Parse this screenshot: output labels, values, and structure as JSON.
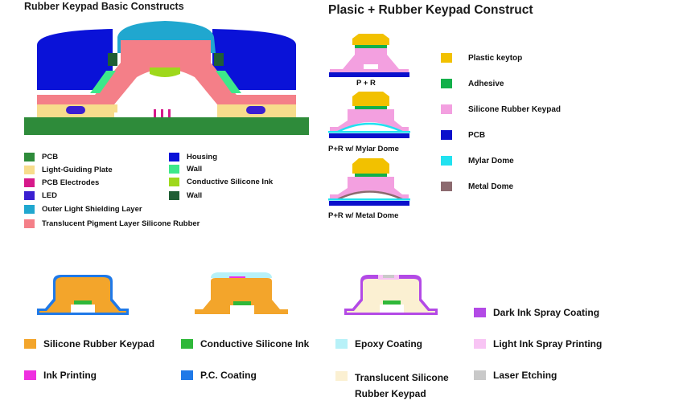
{
  "basic": {
    "title": "Rubber Keypad Basic Constructs",
    "legend_left": [
      {
        "label": "PCB",
        "color": "#2e8b3a"
      },
      {
        "label": "Light-Guiding Plate",
        "color": "#f7dc8c"
      },
      {
        "label": "PCB Electrodes",
        "color": "#d6198a"
      },
      {
        "label": "LED",
        "color": "#3a1fd1"
      },
      {
        "label": "Outer Light Shielding Layer",
        "color": "#20a7cf"
      },
      {
        "label": "Translucent Pigment Layer Silicone Rubber",
        "color": "#f47f88"
      }
    ],
    "legend_right": [
      {
        "label": "Housing",
        "color": "#0a12d8"
      },
      {
        "label": "Wall",
        "color": "#3de88a"
      },
      {
        "label": "Conductive Silicone Ink",
        "color": "#9ed81b"
      },
      {
        "label": "Wall",
        "color": "#1f5e34"
      }
    ]
  },
  "plastic": {
    "title": "Plasic + Rubber Keypad Construct",
    "captions": [
      "P + R",
      "P+R w/ Mylar Dome",
      "P+R w/ Metal Dome"
    ],
    "legend": [
      {
        "label": "Plastic keytop",
        "color": "#f2c100"
      },
      {
        "label": "Adhesive",
        "color": "#12b04a"
      },
      {
        "label": "Silicone Rubber Keypad",
        "color": "#f3a0e0"
      },
      {
        "label": "PCB",
        "color": "#0b10cc"
      },
      {
        "label": "Mylar Dome",
        "color": "#21e2f0"
      },
      {
        "label": "Metal Dome",
        "color": "#8c6a6f"
      }
    ]
  },
  "coatings": {
    "legend": [
      {
        "label": "Silicone Rubber Keypad",
        "color": "#f3a52b"
      },
      {
        "label": "Conductive Silicone Ink",
        "color": "#2fb83a"
      },
      {
        "label": "Epoxy Coating",
        "color": "#b7f1f8"
      },
      {
        "label": "Dark Ink Spray Coating",
        "color": "#b34ae6"
      },
      {
        "label": "Ink Printing",
        "color": "#ef2fe0"
      },
      {
        "label": "P.C. Coating",
        "color": "#1f79e8"
      },
      {
        "label": "Translucent Silicone",
        "label2": "Rubber Keypad",
        "color": "#fbf0d2"
      },
      {
        "label": "Light Ink Spray Printing",
        "color": "#f8c4f4"
      },
      {
        "label": "Laser Etching",
        "color": "#c9c9c9"
      }
    ]
  }
}
